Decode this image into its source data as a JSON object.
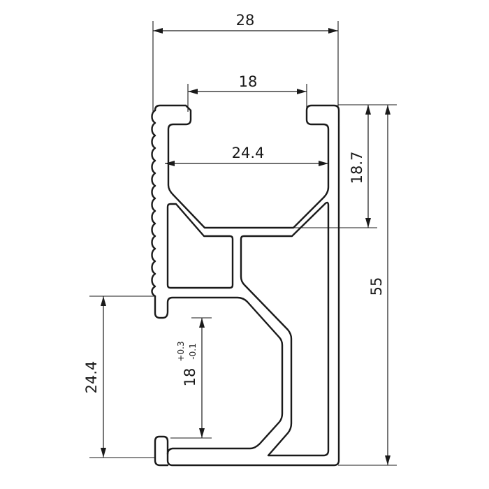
{
  "dimensions": {
    "overall_width": "28",
    "opening_width": "18",
    "inner_width": "24.4",
    "channel_depth": "18.7",
    "overall_height": "55",
    "lower_height": "24.4",
    "slot_width": "18",
    "slot_tol_upper": "+0.3",
    "slot_tol_lower": "-0.1"
  }
}
